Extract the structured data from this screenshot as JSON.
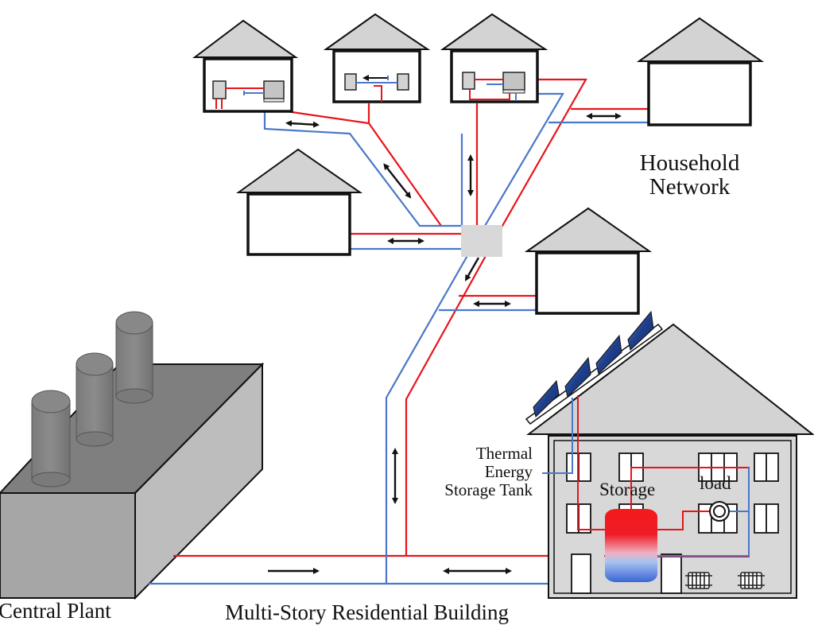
{
  "diagram": {
    "title": "District Heating Network with Household Network and Thermal Energy Storage",
    "labels": {
      "household_network": [
        "Household",
        "Network"
      ],
      "thermal_energy_storage_tank": [
        "Thermal",
        "Energy",
        "Storage Tank"
      ],
      "storage": "Storage",
      "load": "load",
      "central_plant": "Central Plant",
      "multi_story_residential_building": "Multi-Story Residential Building"
    },
    "legend_colors": {
      "supply_pipe": "#e8141c",
      "return_pipe": "#4a78c8",
      "roof": "#d3d3d3",
      "plant_dark": "#7f7f7f",
      "plant_light": "#b8b8b8",
      "solar_panel": "#1f3f8a",
      "junction": "#d8d8d8"
    },
    "nodes": [
      {
        "id": "central-plant",
        "label": "Central Plant",
        "type": "plant",
        "chimneys": 3
      },
      {
        "id": "house-1",
        "type": "house",
        "has_equipment": true
      },
      {
        "id": "house-2",
        "type": "house",
        "has_equipment": true
      },
      {
        "id": "house-3",
        "type": "house",
        "has_equipment": true
      },
      {
        "id": "house-4",
        "type": "house",
        "has_equipment": false
      },
      {
        "id": "house-5",
        "type": "house",
        "has_equipment": false
      },
      {
        "id": "house-6",
        "type": "house",
        "has_equipment": false
      },
      {
        "id": "junction",
        "type": "junction"
      },
      {
        "id": "residential-building",
        "label": "Multi-Story Residential Building",
        "type": "building",
        "solar_panels": 4,
        "radiators": 2
      }
    ],
    "flows": [
      {
        "from": "central-plant",
        "to": "residential-building",
        "direction": "one-way"
      },
      {
        "from": "residential-building",
        "to": "junction",
        "direction": "two-way"
      },
      {
        "from": "junction",
        "to": "house-1",
        "direction": "two-way"
      },
      {
        "from": "junction",
        "to": "house-2",
        "direction": "two-way"
      },
      {
        "from": "junction",
        "to": "house-4",
        "direction": "two-way"
      },
      {
        "from": "junction",
        "to": "house-5",
        "direction": "two-way"
      },
      {
        "from": "junction",
        "to": "house-6",
        "direction": "two-way"
      },
      {
        "from": "junction",
        "to": "residential-building",
        "direction": "one-way"
      }
    ]
  }
}
